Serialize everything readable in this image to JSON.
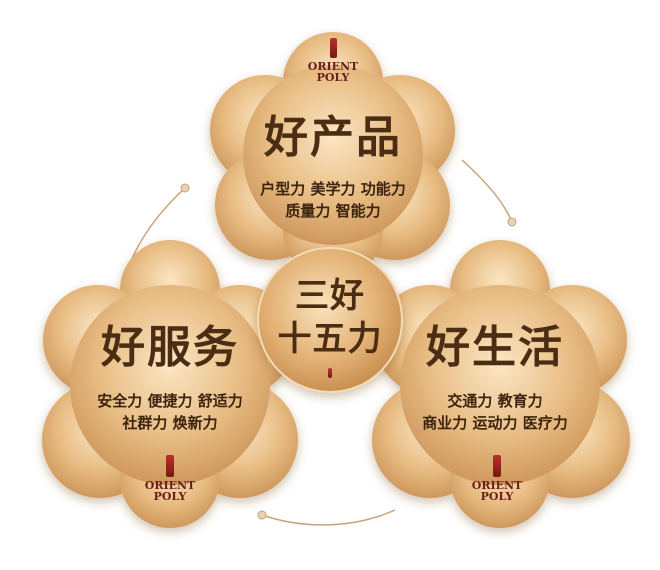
{
  "top": {
    "title": "好产品",
    "line1": "户型力 美学力 功能力",
    "line2": "质量力 智能力",
    "brand1": "ORIENT",
    "brand2": "POLY"
  },
  "left": {
    "title": "好服务",
    "line1": "安全力 便捷力 舒适力",
    "line2": "社群力 焕新力",
    "brand1": "ORIENT",
    "brand2": "POLY"
  },
  "right": {
    "title": "好生活",
    "line1": "交通力 教育力",
    "line2": "商业力 运动力 医疗力",
    "brand1": "ORIENT",
    "brand2": "POLY"
  },
  "center": {
    "line1": "三好",
    "line2": "十五力"
  },
  "colors": {
    "gold_light": "#f6d7a6",
    "gold_mid": "#dba86c",
    "gold_dark": "#b07a3c",
    "text_brown": "#4a2d12",
    "brand_red": "#8b1f1a"
  }
}
